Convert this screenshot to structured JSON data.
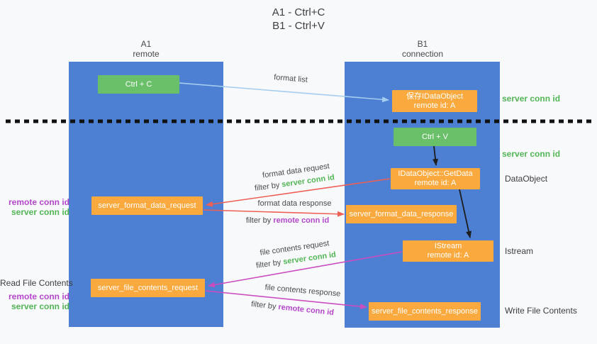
{
  "page_title": {
    "line1": "A1 - Ctrl+C",
    "line2": "B1 - Ctrl+V"
  },
  "lifelines": {
    "a1": {
      "name": "A1",
      "role": "remote"
    },
    "b1": {
      "name": "B1",
      "role": "connection"
    }
  },
  "nodes": {
    "ctrl_c": {
      "label": "Ctrl + C"
    },
    "save_idataobject": {
      "line1": "保存IDataObject",
      "line2": "remote id: A"
    },
    "ctrl_v": {
      "label": "Ctrl + V"
    },
    "getdata": {
      "line1": "IDataObject::GetData",
      "line2": "remote id: A"
    },
    "server_format_data_request": {
      "label": "server_format_data_request"
    },
    "server_format_data_response": {
      "label": "server_format_data_response"
    },
    "istream": {
      "line1": "IStream",
      "line2": "remote id: A"
    },
    "server_file_contents_request": {
      "label": "server_file_contents_request"
    },
    "server_file_contents_response": {
      "label": "server_file_contents_response"
    }
  },
  "arrow_labels": {
    "format_list": "format list",
    "format_data_request": "format data request",
    "format_data_request_filter": {
      "prefix": "filter by ",
      "highlight": "server conn id"
    },
    "format_data_response": "format data response",
    "format_data_response_filter": {
      "prefix": "filter by ",
      "highlight": "remote conn id"
    },
    "file_contents_request": "file contents request",
    "file_contents_request_filter": {
      "prefix": "filter by ",
      "highlight": "server conn id"
    },
    "file_contents_response": "file contents response",
    "file_contents_response_filter": {
      "prefix": "filter by ",
      "highlight": "remote conn id"
    }
  },
  "side_labels": {
    "right": {
      "server_conn_id_top": "server conn id",
      "server_conn_id_mid": "server conn id",
      "dataobject": "DataObject",
      "istream": "Istream",
      "write_file_contents": "Write File Contents"
    },
    "left": {
      "remote_conn_id_1": "remote conn id",
      "server_conn_id_1": "server conn id",
      "read_file_contents": "Read File Contents",
      "remote_conn_id_2": "remote conn id",
      "server_conn_id_2": "server conn id"
    }
  },
  "colors": {
    "column_blue": "#4d7fd2",
    "node_green": "#6abf69",
    "node_orange": "#f9a93d",
    "text_green": "#53b556",
    "text_purple": "#b348c9",
    "arrow_red": "#ee5f55",
    "arrow_magenta": "#cb4dc0",
    "arrow_lightblue": "#a4cdf0",
    "arrow_black": "#1e1e1e",
    "divider_black": "#111111"
  }
}
